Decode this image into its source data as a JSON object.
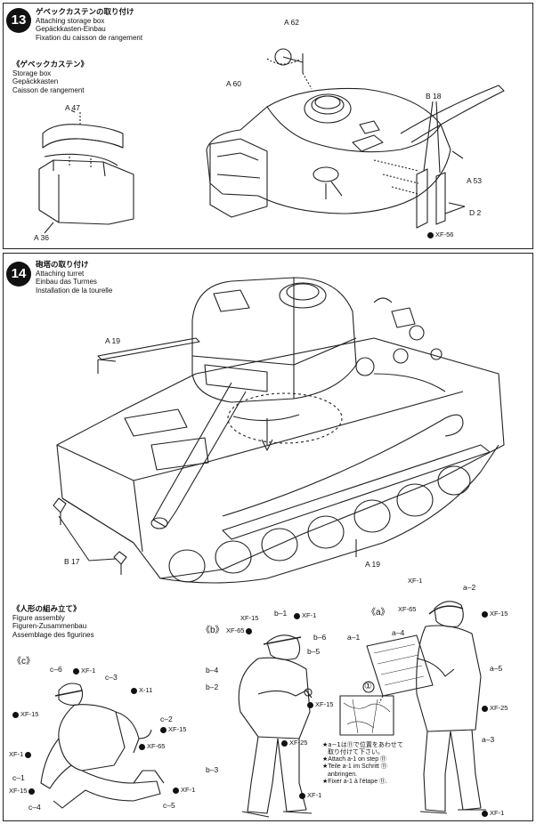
{
  "step13": {
    "number": "13",
    "title_jp": "ゲベックカステンの取り付け",
    "title_en": "Attaching storage box",
    "title_de": "Gepäckkasten-Einbau",
    "title_fr": "Fixation du caisson de rangement",
    "sub_jp": "《ゲベックカステン》",
    "sub_en": "Storage box",
    "sub_de": "Gepäckkasten",
    "sub_fr": "Caisson de rangement",
    "parts": {
      "a47": "A 47",
      "a36": "A 36",
      "a62": "A 62",
      "a60": "A 60",
      "b18": "B 18",
      "a53": "A 53",
      "d2": "D 2"
    },
    "paint": "XF-56"
  },
  "step14": {
    "number": "14",
    "title_jp": "砲塔の取り付け",
    "title_en": "Attaching turret",
    "title_de": "Einbau das Turmes",
    "title_fr": "Installation de la tourelle",
    "parts": {
      "a19_top": "A 19",
      "a19_bottom": "A 19",
      "b17": "B 17"
    }
  },
  "figures": {
    "title_jp": "《人形の組み立て》",
    "title_en": "Figure assembly",
    "title_de": "Figuren-Zusammenbau",
    "title_fr": "Assemblage des figurines",
    "c_label": "《c》",
    "b_label": "《b》",
    "a_label": "《a》",
    "c_parts": {
      "c6": "c–6",
      "c3": "c–3",
      "c2": "c–2",
      "c1": "c–1",
      "c4": "c–4",
      "c5": "c–5"
    },
    "c_paints": {
      "xf1_top": "XF-1",
      "x11": "X-11",
      "xf15_left": "XF-15",
      "xf15_right": "XF-15",
      "xf65": "XF-65",
      "xf1_left": "XF-1",
      "xf15_bottom": "XF-15",
      "xf1_right": "XF-1"
    },
    "b_parts": {
      "b1": "b–1",
      "b6": "b–6",
      "b5": "b–5",
      "b4": "b–4",
      "b2": "b–2",
      "b3": "b–3"
    },
    "b_paints": {
      "xf15_top": "XF-15",
      "xf1_top": "XF-1",
      "xf65": "XF-65",
      "xf15_mid": "XF-15",
      "xf25": "XF-25",
      "xf1_bottom": "XF-1"
    },
    "a_parts": {
      "a1": "a–1",
      "a2": "a–2",
      "a4": "a–4",
      "a5": "a–5",
      "a3": "a–3"
    },
    "a_paints": {
      "xf1_top": "XF-1",
      "xf65": "XF-65",
      "xf15": "XF-15",
      "xf25": "XF-25",
      "xf1_bottom": "XF-1"
    },
    "circle_one": "①",
    "note_jp_1": "★a−1は⑪で位置をあわせて",
    "note_jp_2": "取り付けて下さい。",
    "note_en": "★Attach a-1 on step ⑪",
    "note_de_1": "★Teile a-1 im Schritt ⑪",
    "note_de_2": "anbringen.",
    "note_fr": "★Fixer a-1 à l'étape ⑪."
  }
}
